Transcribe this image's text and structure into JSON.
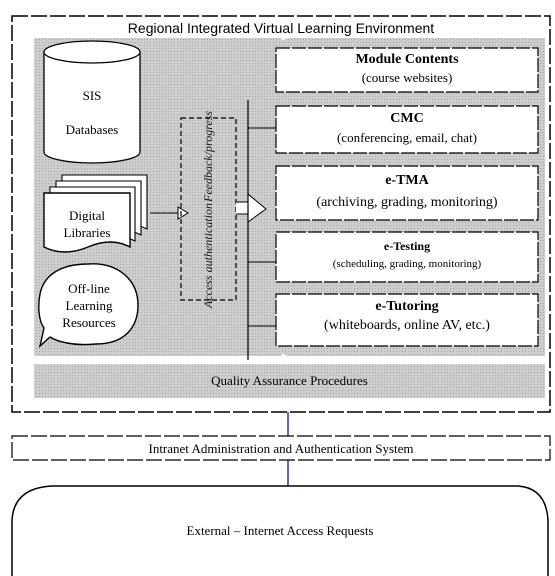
{
  "title": "Regional Integrated Virtual Learning Environment",
  "resources": {
    "sis_label": "SIS",
    "databases_label": "Databases",
    "libraries_line1": "Digital",
    "libraries_line2": "Libraries",
    "offline_line1": "Off-line",
    "offline_line2": "Learning",
    "offline_line3": "Resources"
  },
  "access_layer": {
    "line1": "Access authentication",
    "line2": "Feedback/progress"
  },
  "services": [
    {
      "name": "Module Contents",
      "detail": "(course websites)"
    },
    {
      "name": "CMC",
      "detail": "(conferencing, email, chat)"
    },
    {
      "name": "e-TMA",
      "detail": "(archiving, grading, monitoring)"
    },
    {
      "name": "e-Testing",
      "detail": "(scheduling, grading, monitoring)"
    },
    {
      "name": "e-Tutoring",
      "detail": "(whiteboards, online AV, etc.)"
    }
  ],
  "quality_bar": "Quality Assurance Procedures",
  "intranet_bar": "Intranet Administration and Authentication System",
  "external_bar": "External – Internet Access Requests",
  "colors": {
    "shaded": "#c8c8c8",
    "connector": "#2f3a8f"
  }
}
